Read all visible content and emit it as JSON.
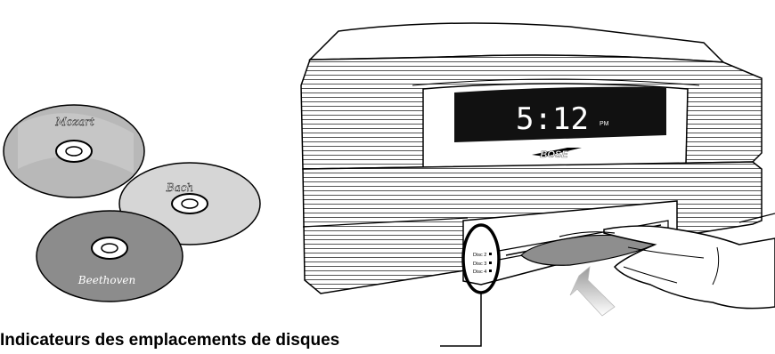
{
  "discs": [
    {
      "label": "Mozart",
      "fill": "#b9b9b9"
    },
    {
      "label": "Bach",
      "fill": "#d4d4d4"
    },
    {
      "label": "Beethoven",
      "fill": "#8a8a8a"
    }
  ],
  "display": {
    "time": "5:12",
    "ampm": "PM"
  },
  "brand": "BOSE",
  "slot_labels": [
    "Disc 2",
    "Disc 3",
    "Disc 4"
  ],
  "caption": "Indicateurs des emplacements de disques"
}
